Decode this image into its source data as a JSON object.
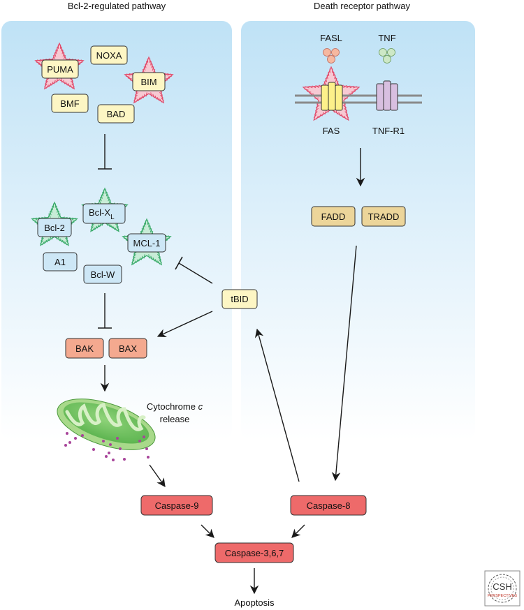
{
  "pathways": {
    "left_title": "Bcl-2-regulated pathway",
    "right_title": "Death receptor pathway"
  },
  "bh3_only": [
    "PUMA",
    "NOXA",
    "BIM",
    "BMF",
    "BAD"
  ],
  "anti_apoptotic": {
    "bcl2": "Bcl-2",
    "bclxl_main": "Bcl-X",
    "bclxl_sub": "L",
    "mcl1": "MCL-1",
    "a1": "A1",
    "bclw": "Bcl-W"
  },
  "effectors": [
    "BAK",
    "BAX"
  ],
  "tbid": "tBID",
  "mitochondrion": {
    "label_line1_main": "Cytochrome ",
    "label_line1_italic": "c",
    "label_line2": "release"
  },
  "ligands": {
    "fasl": "FASL",
    "tnf": "TNF"
  },
  "receptors": {
    "fas": "FAS",
    "tnfr1": "TNF-R1"
  },
  "adaptors": [
    "FADD",
    "TRADD"
  ],
  "caspases": {
    "casp9": "Caspase-9",
    "casp8": "Caspase-8",
    "casp367": "Caspase-3,6,7"
  },
  "outcome": "Apoptosis",
  "logo": {
    "line1": "CSH",
    "line2": "PERSPECTIVES"
  },
  "colors": {
    "panel_top": "#bfe2f6",
    "bh3_fill": "#fdf6c4",
    "anti_fill": "#cde7f6",
    "effector_fill": "#f4a98f",
    "adaptor_fill": "#ecd59a",
    "caspase_fill": "#ee6a6a",
    "pink_star": "#e04a6a",
    "green_star": "#3aaa6a",
    "mito": "#4cb54a",
    "cytc_dots": "#a8459a"
  }
}
